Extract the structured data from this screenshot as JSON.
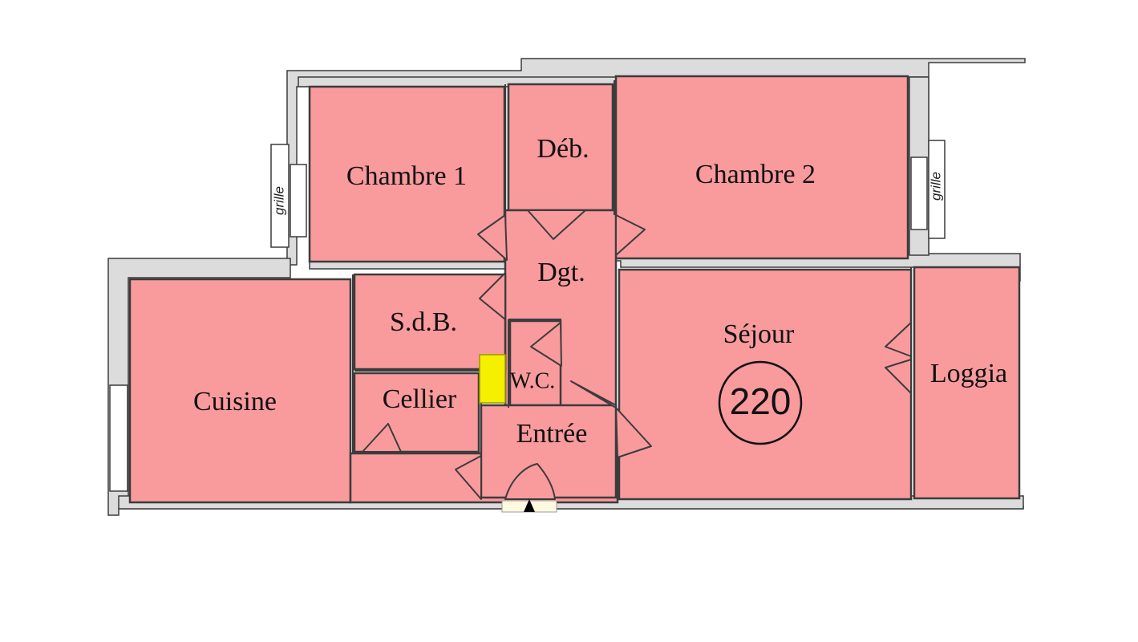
{
  "colors": {
    "room": "#f99a9c",
    "wall": "#dcdcdc",
    "equip": "#f5ef00"
  },
  "rooms": {
    "chambre1": "Chambre 1",
    "deb": "Déb.",
    "chambre2": "Chambre 2",
    "dgt": "Dgt.",
    "sdb": "S.d.B.",
    "wc": "W.C.",
    "cellier": "Cellier",
    "entree": "Entrée",
    "cuisine": "Cuisine",
    "sejour": "Séjour",
    "loggia": "Loggia"
  },
  "grille_left": "grille",
  "grille_right": "grille",
  "apartment_number": "220"
}
